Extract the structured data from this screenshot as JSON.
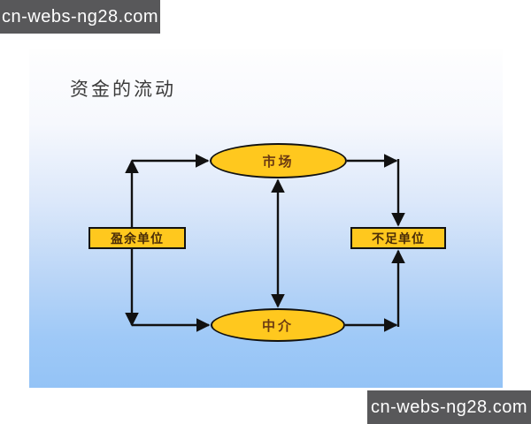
{
  "watermark": {
    "top_left": "cn-webs-ng28.com",
    "bottom_right": "cn-webs-ng28.com"
  },
  "slide": {
    "title": "资金的流动",
    "diagram": {
      "nodes": {
        "market": {
          "label": "市场",
          "shape": "ellipse"
        },
        "intermediary": {
          "label": "中介",
          "shape": "ellipse"
        },
        "surplus": {
          "label": "盈余单位",
          "shape": "rect"
        },
        "deficit": {
          "label": "不足单位",
          "shape": "rect"
        }
      },
      "edges": [
        {
          "from": "surplus",
          "to": "market",
          "route": "up-then-right"
        },
        {
          "from": "surplus",
          "to": "intermediary",
          "route": "down-then-right"
        },
        {
          "from": "market",
          "to": "deficit",
          "route": "right-then-down"
        },
        {
          "from": "intermediary",
          "to": "deficit",
          "route": "right-then-up"
        },
        {
          "from": "market",
          "to": "intermediary",
          "route": "vertical",
          "bidirectional": true
        }
      ]
    }
  },
  "colors": {
    "node_fill": "#ffc81e",
    "node_border": "#111111",
    "ellipse_text": "#6b3a12",
    "rect_text": "#4a2d08",
    "arrow": "#111111",
    "slide_gradient_top": "#fefefe",
    "slide_gradient_bottom": "#94c3f6",
    "watermark_bg": "#58585a",
    "watermark_text": "#ffffff",
    "title_text": "#3a3a3a"
  }
}
